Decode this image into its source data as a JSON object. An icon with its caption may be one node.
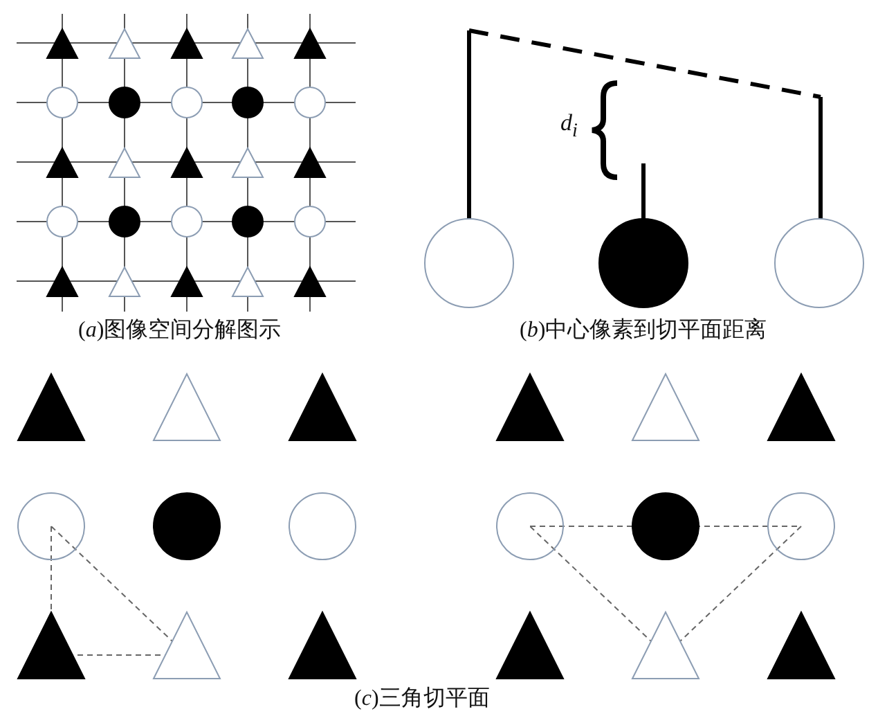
{
  "diagram": {
    "labels": [
      "(*a*)图像空间分解图示",
      "d$_{i}$",
      "(*b*)中心像素到切平面距离",
      "(*c*)三角切平面"
    ]
  }
}
